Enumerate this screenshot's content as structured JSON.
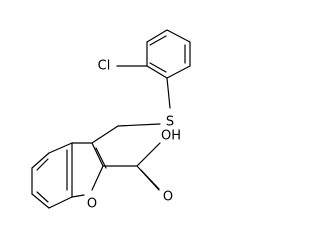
{
  "molecule": {
    "atom_labels": {
      "chlorine": "Cl",
      "sulfur": "S",
      "hydroxyl": "OH",
      "ring_oxygen": "O",
      "carbonyl_oxygen": "O"
    },
    "line_color": "#000000",
    "background_color": "#ffffff"
  }
}
